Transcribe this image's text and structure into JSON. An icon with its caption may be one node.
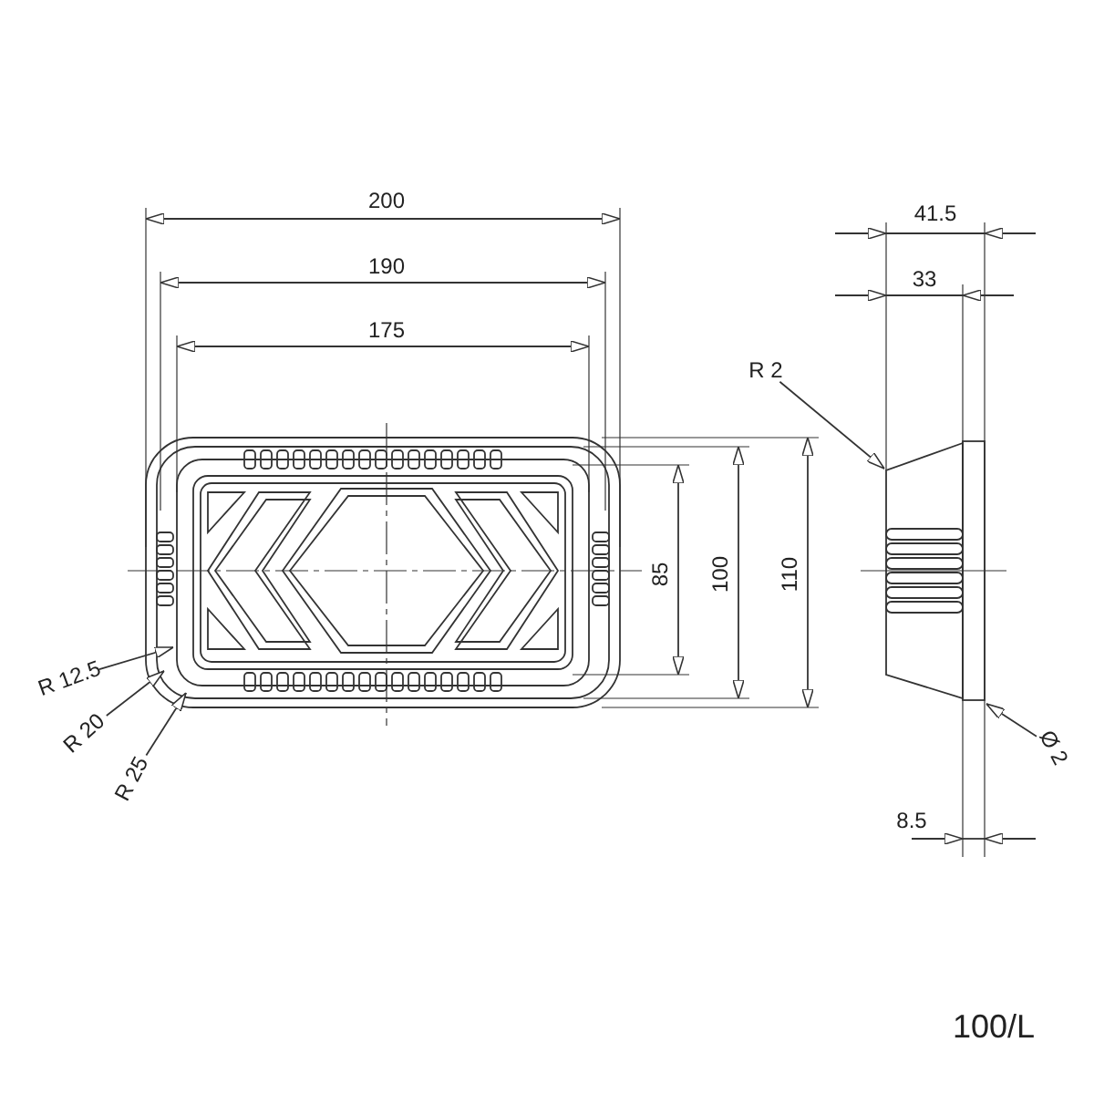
{
  "diagram": {
    "nodes": [
      {
        "text": [
          "R 12.5"
        ]
      },
      {
        "text": [
          "R 20"
        ]
      },
      {
        "text": [
          "R 25"
        ]
      },
      {
        "text": [
          "R 2"
        ]
      },
      {
        "text": [
          "Ø 2"
        ]
      },
      {
        "text": [],
        "shape": "picture"
      },
      {
        "text": [],
        "shape": "picture"
      }
    ],
    "edges": [
      {
        "from": 0,
        "to": 5,
        "arrow": "to"
      },
      {
        "from": 1,
        "to": 5,
        "arrow": "to"
      },
      {
        "from": 2,
        "to": 5,
        "arrow": "to"
      },
      {
        "from": 3,
        "to": 6,
        "arrow": "to"
      },
      {
        "from": 4,
        "to": 6,
        "arrow": "to"
      }
    ],
    "labels": [
      "200",
      "190",
      "175",
      "85",
      "100",
      "110",
      "41.5",
      "33",
      "8.5",
      "100/L"
    ]
  }
}
